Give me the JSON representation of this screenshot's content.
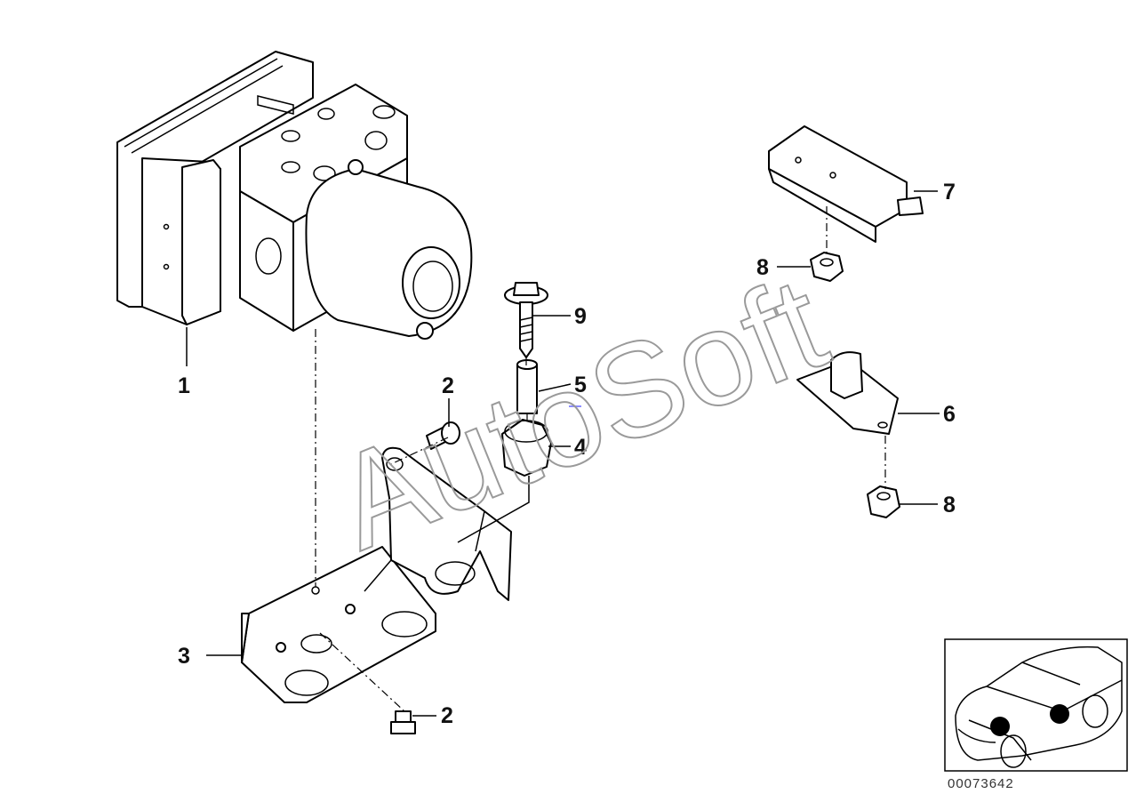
{
  "diagram": {
    "callouts": [
      {
        "id": "c1",
        "label": "1"
      },
      {
        "id": "c2a",
        "label": "2"
      },
      {
        "id": "c2b",
        "label": "2"
      },
      {
        "id": "c3",
        "label": "3"
      },
      {
        "id": "c4",
        "label": "4"
      },
      {
        "id": "c5",
        "label": "5"
      },
      {
        "id": "c6",
        "label": "6"
      },
      {
        "id": "c7",
        "label": "7"
      },
      {
        "id": "c8a",
        "label": "8"
      },
      {
        "id": "c8b",
        "label": "8"
      },
      {
        "id": "c9",
        "label": "9"
      }
    ],
    "document_number": "00073642",
    "watermark": "AutoSoft",
    "colors": {
      "line": "#000000",
      "watermark": "#9a9a9a",
      "accent": "#8c8cff"
    }
  }
}
